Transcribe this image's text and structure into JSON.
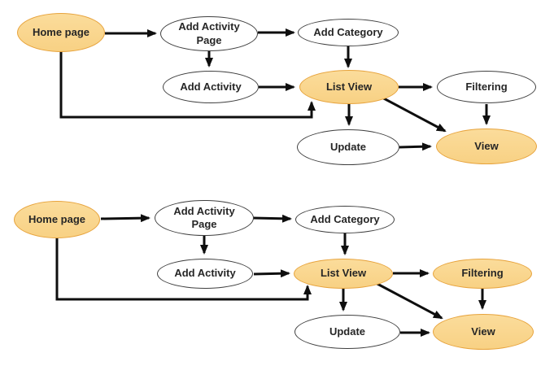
{
  "colors": {
    "highlight_fill": "#F9D389",
    "highlight_stroke": "#E7A33C",
    "plain_fill": "#FFFFFF",
    "plain_stroke": "#3F3F3F",
    "arrow": "#0E0E0E",
    "text": "#262626"
  },
  "diagrams": [
    {
      "id": "top-flow",
      "nodes": [
        {
          "label": "Home page",
          "highlighted": true
        },
        {
          "label": "Add Activity Page",
          "highlighted": false
        },
        {
          "label": "Add Category",
          "highlighted": false
        },
        {
          "label": "Add Activity",
          "highlighted": false
        },
        {
          "label": "List View",
          "highlighted": true
        },
        {
          "label": "Filtering",
          "highlighted": false
        },
        {
          "label": "Update",
          "highlighted": false
        },
        {
          "label": "View",
          "highlighted": true
        }
      ],
      "edges": [
        {
          "from": "Home page",
          "to": "Add Activity Page"
        },
        {
          "from": "Add Activity Page",
          "to": "Add Category"
        },
        {
          "from": "Add Activity Page",
          "to": "Add Activity"
        },
        {
          "from": "Add Activity",
          "to": "List View"
        },
        {
          "from": "Add Category",
          "to": "List View"
        },
        {
          "from": "Home page",
          "to": "List View"
        },
        {
          "from": "List View",
          "to": "Filtering"
        },
        {
          "from": "List View",
          "to": "Update"
        },
        {
          "from": "List View",
          "to": "View"
        },
        {
          "from": "Filtering",
          "to": "View"
        },
        {
          "from": "Update",
          "to": "View"
        }
      ]
    },
    {
      "id": "bottom-flow",
      "nodes": [
        {
          "label": "Home page",
          "highlighted": true
        },
        {
          "label": "Add Activity Page",
          "highlighted": false
        },
        {
          "label": "Add Category",
          "highlighted": false
        },
        {
          "label": "Add Activity",
          "highlighted": false
        },
        {
          "label": "List View",
          "highlighted": true
        },
        {
          "label": "Filtering",
          "highlighted": true
        },
        {
          "label": "Update",
          "highlighted": false
        },
        {
          "label": "View",
          "highlighted": true
        }
      ],
      "edges": [
        {
          "from": "Home page",
          "to": "Add Activity Page"
        },
        {
          "from": "Add Activity Page",
          "to": "Add Category"
        },
        {
          "from": "Add Activity Page",
          "to": "Add Activity"
        },
        {
          "from": "Add Activity",
          "to": "List View"
        },
        {
          "from": "Add Category",
          "to": "List View"
        },
        {
          "from": "Home page",
          "to": "List View"
        },
        {
          "from": "List View",
          "to": "Filtering"
        },
        {
          "from": "List View",
          "to": "Update"
        },
        {
          "from": "List View",
          "to": "View"
        },
        {
          "from": "Filtering",
          "to": "View"
        },
        {
          "from": "Update",
          "to": "View"
        }
      ]
    }
  ]
}
